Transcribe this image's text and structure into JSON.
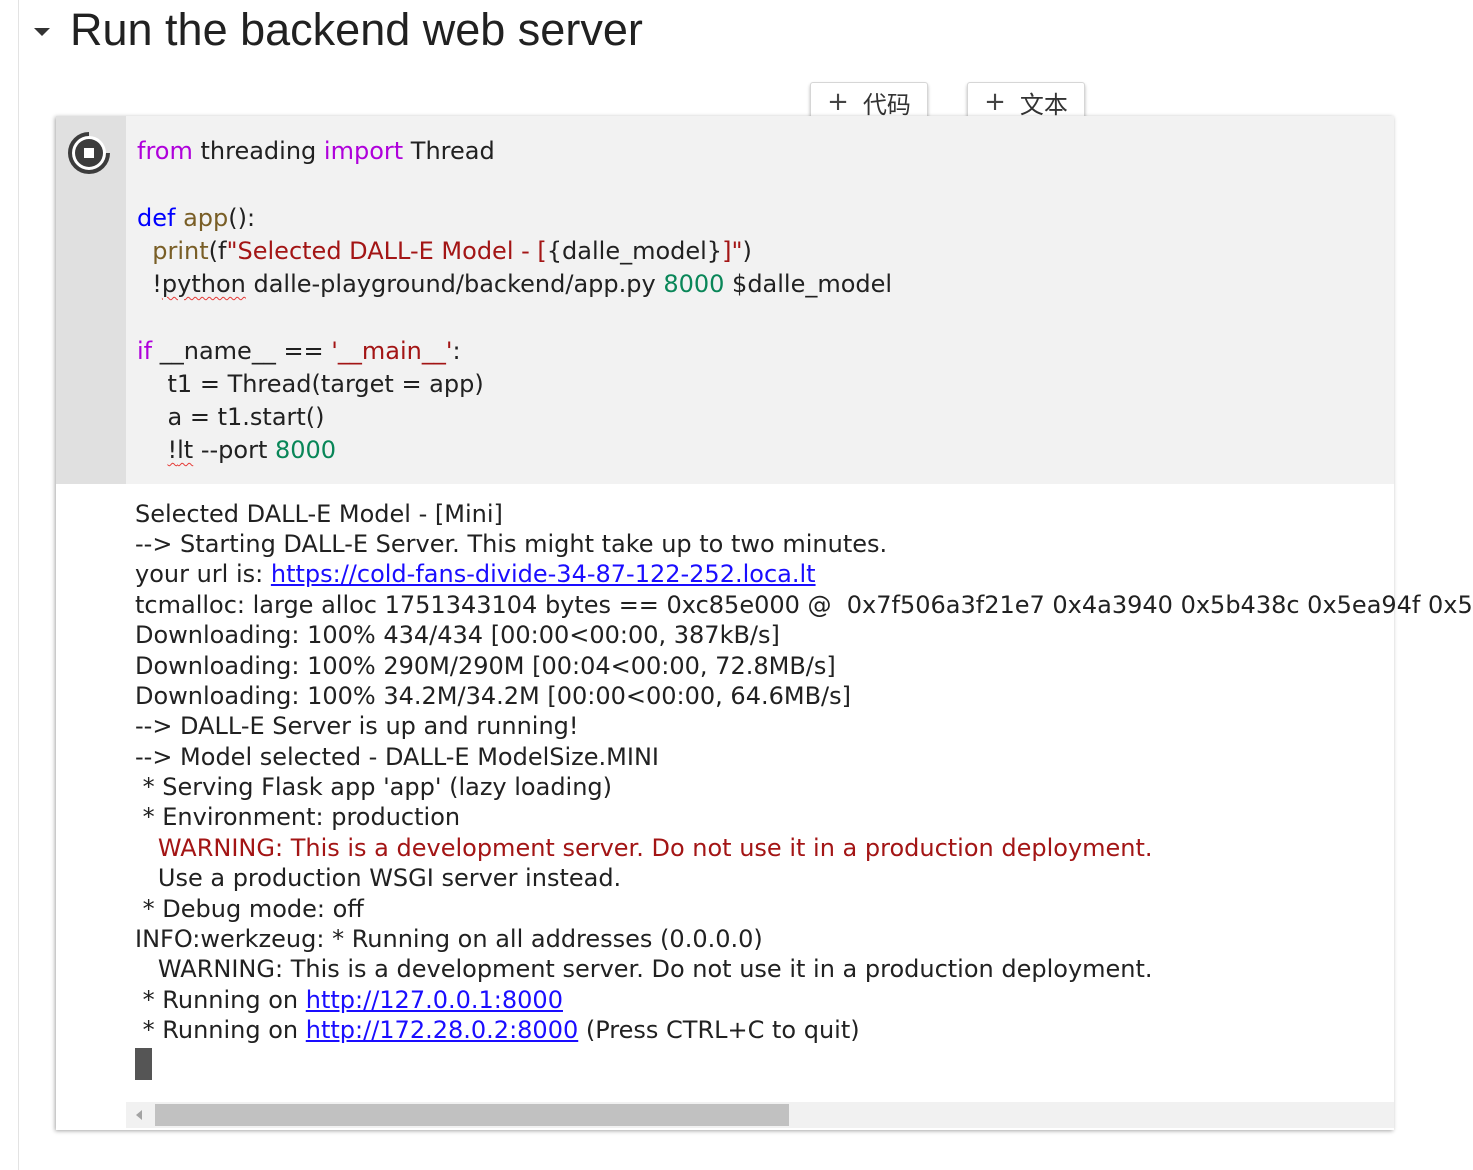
{
  "section": {
    "title": "Run the backend web server"
  },
  "toolbar": {
    "add_code_label": "代码",
    "add_text_label": "文本",
    "plus": "+"
  },
  "code": {
    "line1": {
      "kw_from": "from",
      "mod": " threading ",
      "kw_import": "import",
      "name": " Thread"
    },
    "line2": {
      "kw_def": "def",
      "sp": " ",
      "fn": "app",
      "rest": "():"
    },
    "line3": {
      "indent": "  ",
      "fn": "print",
      "p1": "(f",
      "s1": "\"Selected DALL-E Model - [",
      "mid": "{dalle_model}",
      "s2": "]\"",
      "p2": ")"
    },
    "line4": {
      "indent": "  ",
      "bang": "!",
      "cmd": "python",
      "path": " dalle-playground/backend/app.py ",
      "port": "8000",
      "arg": " $dalle_model"
    },
    "line5": {
      "kw_if": "if",
      "cond": " __name__ == ",
      "str": "'__main__'",
      "colon": ":"
    },
    "line6": {
      "text": "    t1 = Thread(target = app)"
    },
    "line7": {
      "text": "    a = t1.start()"
    },
    "line8": {
      "indent": "    ",
      "bang": "!",
      "cmd": "lt",
      "flag": " --port ",
      "port": "8000"
    }
  },
  "output": {
    "l1": "Selected DALL-E Model - [Mini]",
    "l2": "--> Starting DALL-E Server. This might take up to two minutes.",
    "l3_prefix": "your url is: ",
    "l3_link": "https://cold-fans-divide-34-87-122-252.loca.lt",
    "l4": "tcmalloc: large alloc 1751343104 bytes == 0xc85e000 @  0x7f506a3f21e7 0x4a3940 0x5b438c 0x5ea94f 0x5",
    "l5": "Downloading: 100% 434/434 [00:00<00:00, 387kB/s]",
    "l6": "Downloading: 100% 290M/290M [00:04<00:00, 72.8MB/s]",
    "l7": "Downloading: 100% 34.2M/34.2M [00:00<00:00, 64.6MB/s]",
    "l8": "--> DALL-E Server is up and running!",
    "l9": "--> Model selected - DALL-E ModelSize.MINI",
    "l10": " * Serving Flask app 'app' (lazy loading)",
    "l11": " * Environment: production",
    "l12": "   WARNING: This is a development server. Do not use it in a production deployment.",
    "l13": "   Use a production WSGI server instead.",
    "l14": " * Debug mode: off",
    "l15": "INFO:werkzeug: * Running on all addresses (0.0.0.0)",
    "l16": "   WARNING: This is a development server. Do not use it in a production deployment.",
    "l17_prefix": " * Running on ",
    "l17_link": "http://127.0.0.1:8000",
    "l18_prefix": " * Running on ",
    "l18_link": "http://172.28.0.2:8000",
    "l18_suffix": " (Press CTRL+C to quit)"
  },
  "colors": {
    "keyword_purple": "#af00db",
    "keyword_blue": "#0000ff",
    "function_brown": "#795e26",
    "string_red": "#a31515",
    "number_green": "#098658",
    "link_blue": "#1a0dff",
    "exec_green": "#1db954"
  },
  "icons": {
    "collapse": "chevron-down-icon",
    "run": "stop-spinner-icon",
    "executing": "play-arrow-icon"
  }
}
